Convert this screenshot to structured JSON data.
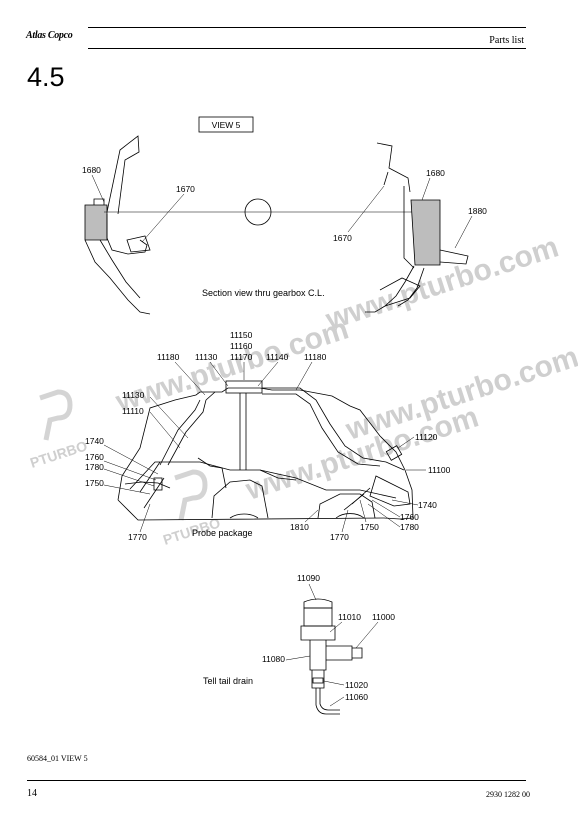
{
  "header": {
    "brand": "Atlas Copco",
    "title": "Parts list"
  },
  "section": "4.5",
  "view_label": "VIEW 5",
  "captions": {
    "section_view": "Section view thru gearbox C.L.",
    "probe": "Probe package",
    "telltail": "Tell tail drain"
  },
  "watermarks": {
    "pturbo": "PTURBO",
    "url": "www.pturbo.com"
  },
  "callouts": {
    "view": [
      "1680",
      "1670",
      "1670",
      "1680",
      "1880"
    ],
    "probe": [
      "11150",
      "11160",
      "11180",
      "11130",
      "11170",
      "11140",
      "11180",
      "11130",
      "11110",
      "1740",
      "1760",
      "1780",
      "1750",
      "1770",
      "11120",
      "11100",
      "1740",
      "1760",
      "1780",
      "1810",
      "1770",
      "1750"
    ],
    "telltail": [
      "11090",
      "11010",
      "11000",
      "11080",
      "11020",
      "11060"
    ]
  },
  "footer": {
    "drawing_ref": "60584_01 VIEW 5",
    "page": "14",
    "doc_no": "2930 1282  00"
  }
}
